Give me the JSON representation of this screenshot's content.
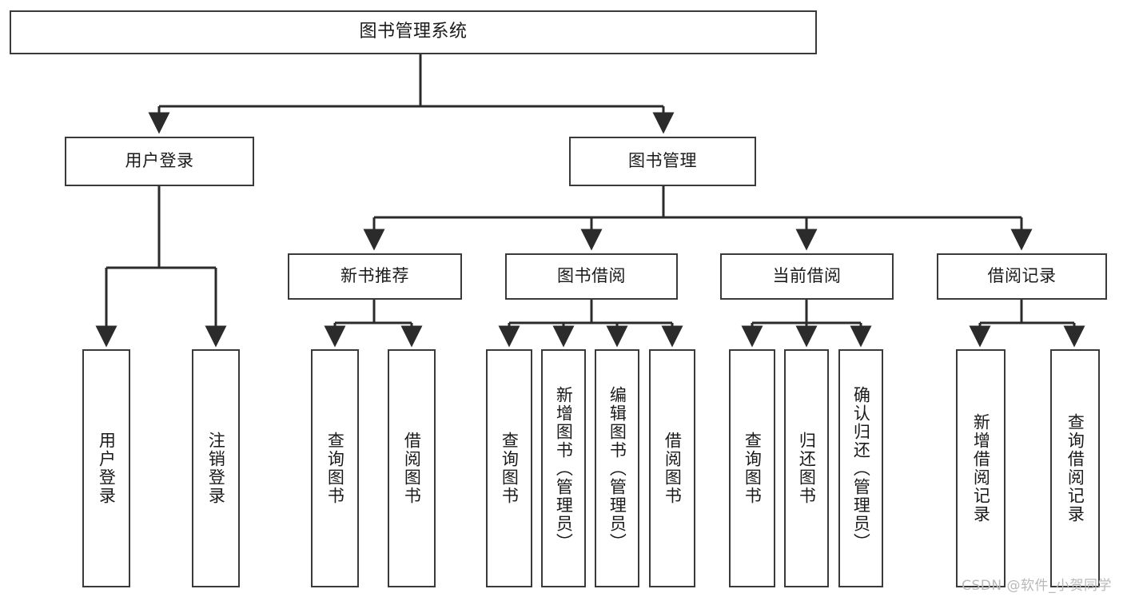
{
  "diagram": {
    "type": "tree-hierarchy-chart",
    "title": "图书管理系统",
    "colors": {
      "box_border": "#3a3a3a",
      "box_fill": "#ffffff",
      "edge": "#2b2b2b",
      "text": "#1a1a1a",
      "watermark": "#b9b9b9",
      "background": "#ffffff"
    }
  },
  "watermark": {
    "text": "CSDN @软件_小贺同学"
  },
  "nodes": {
    "root": {
      "label": "图书管理系统"
    },
    "level2": [
      {
        "id": "user-login",
        "label": "用户登录"
      },
      {
        "id": "book-manage",
        "label": "图书管理"
      }
    ],
    "level3": [
      {
        "id": "new-book-recommend",
        "label": "新书推荐"
      },
      {
        "id": "book-borrow",
        "label": "图书借阅"
      },
      {
        "id": "current-borrow",
        "label": "当前借阅"
      },
      {
        "id": "borrow-record",
        "label": "借阅记录"
      }
    ],
    "leaves": {
      "user-login": [
        {
          "id": "leaf-user-login",
          "label": "用户登录"
        },
        {
          "id": "leaf-logout-login",
          "label": "注销登录"
        }
      ],
      "new-book-recommend": [
        {
          "id": "leaf-query-book-1",
          "label": "查询图书"
        },
        {
          "id": "leaf-borrow-book-1",
          "label": "借阅图书"
        }
      ],
      "book-borrow": [
        {
          "id": "leaf-query-book-2",
          "label": "查询图书"
        },
        {
          "id": "leaf-add-book",
          "label": "新增图书（管理员）"
        },
        {
          "id": "leaf-edit-book",
          "label": "编辑图书（管理员）"
        },
        {
          "id": "leaf-borrow-book-2",
          "label": "借阅图书"
        }
      ],
      "current-borrow": [
        {
          "id": "leaf-query-book-3",
          "label": "查询图书"
        },
        {
          "id": "leaf-return-book",
          "label": "归还图书"
        },
        {
          "id": "leaf-confirm-return",
          "label": "确认归还（管理员）"
        }
      ],
      "borrow-record": [
        {
          "id": "leaf-add-record",
          "label": "新增借阅记录"
        },
        {
          "id": "leaf-query-record",
          "label": "查询借阅记录"
        }
      ]
    }
  }
}
